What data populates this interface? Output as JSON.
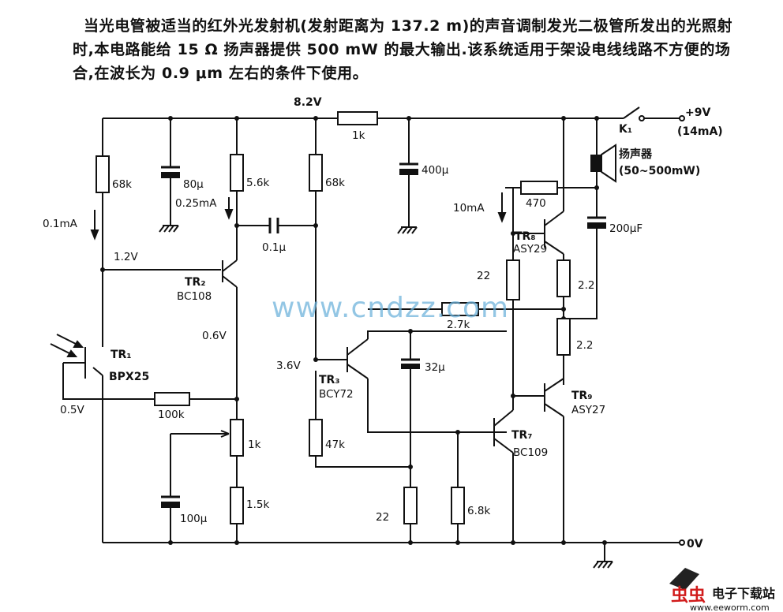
{
  "description": "当光电管被适当的红外光发射机(发射距离为 137.2 m)的声音调制发光二极管所发出的光照射时,本电路能给 15 Ω 扬声器提供 500 mW 的最大输出.该系统适用于架设电线线路不方便的场合,在波长为 0.9 μm 左右的条件下使用。",
  "supply": {
    "node_label": "8.2V",
    "plus": "+9V",
    "current": "(14mA)",
    "switch": "K₁",
    "ground": "0V"
  },
  "speaker": {
    "name": "扬声器",
    "range": "(50~500mW)"
  },
  "labels": {
    "r68k_left": "68k",
    "c80u": "80μ",
    "r5_6k": "5.6k",
    "i025": "0.25mA",
    "r68k_mid": "68k",
    "r1k_top": "1k",
    "c400u": "400μ",
    "i01": "0.1mA",
    "v12": "1.2V",
    "c01u": "0.1μ",
    "r470": "470",
    "i10": "10mA",
    "c200uf": "200μF",
    "r22_upper": "22",
    "r2_2a": "2.2",
    "r2_7k": "2.7k",
    "v06": "0.6V",
    "r2_2b": "2.2",
    "v36": "3.6V",
    "c32u": "32μ",
    "v05": "0.5V",
    "r100k": "100k",
    "r1k_pot": "1k",
    "r47k": "47k",
    "r6_8k": "6.8k",
    "c100u": "100μ",
    "r1_5k": "1.5k",
    "r22_lower": "22"
  },
  "transistors": {
    "tr1": {
      "name": "TR₁",
      "part": "BPX25"
    },
    "tr2": {
      "name": "TR₂",
      "part": "BC108"
    },
    "tr3": {
      "name": "TR₃",
      "part": "BCY72"
    },
    "tr7": {
      "name": "TR₇",
      "part": "BC109"
    },
    "tr8": {
      "name": "TR₈",
      "part": "ASY29"
    },
    "tr9": {
      "name": "TR₉",
      "part": "ASY27"
    }
  },
  "watermark": "www.cndzz.com",
  "logo": {
    "glyph": "虫虫",
    "title": "电子下载站",
    "url": "www.eeworm.com"
  },
  "colors": {
    "ink": "#111111",
    "watermark": "#6fb4dc",
    "logo_red": "#d11b1b"
  }
}
